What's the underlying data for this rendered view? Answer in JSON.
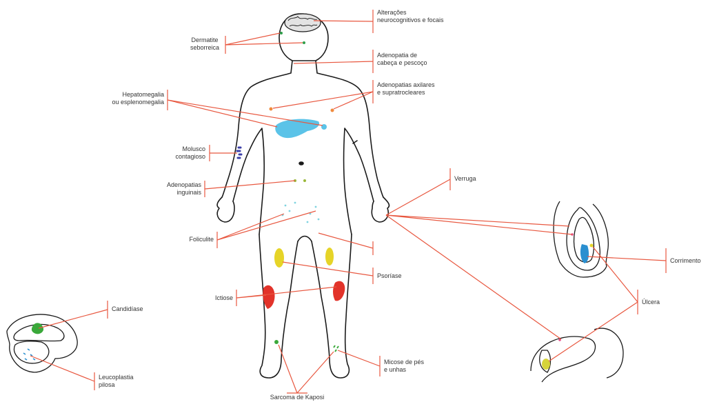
{
  "colors": {
    "leader_line": "#E8573F",
    "outline": "#1a1a1a",
    "brain": "#e3e3e3",
    "hepato": "#5bc3e8",
    "molusco": "#3b3ea8",
    "foliculite": "#7fd3e0",
    "psoriase": "#e6d428",
    "ictiose": "#e2332a",
    "sarcoma_micose": "#3aa83a",
    "ulcera": "#d6d43a",
    "corrimento": "#2a8fd0",
    "dermatite": "#2f9e4a",
    "adenopatia": "#f08a3c"
  },
  "labels": {
    "alteracoes": [
      "Alterações",
      "neurocognitivos e focais"
    ],
    "dermatite": [
      "Dermatite",
      "seborreica"
    ],
    "adenopatia_cabeca": [
      "Adenopatia de",
      "cabeça e pescoço"
    ],
    "adenopatias_axilares": [
      "Adenopatias axilares",
      "e supratrocleares"
    ],
    "hepatomegalia": [
      "Hepatomegalia",
      "ou esplenomegalia"
    ],
    "molusco": [
      "Molusco",
      "contagioso"
    ],
    "adenopatias_inguinais": [
      "Adenopatias",
      "inguinais"
    ],
    "verruga": "Verruga",
    "foliculite": "Foliculite",
    "psoriase": "Psoríase",
    "ictiose": "Ictiose",
    "corrimento": "Corrimento",
    "ulcera": "Úlcera",
    "candidiase": "Candidíase",
    "leucoplastia": [
      "Leucoplastia",
      "pilosa"
    ],
    "micose": [
      "Micose de pés",
      "e unhas"
    ],
    "sarcoma": "Sarcoma de Kaposi"
  }
}
